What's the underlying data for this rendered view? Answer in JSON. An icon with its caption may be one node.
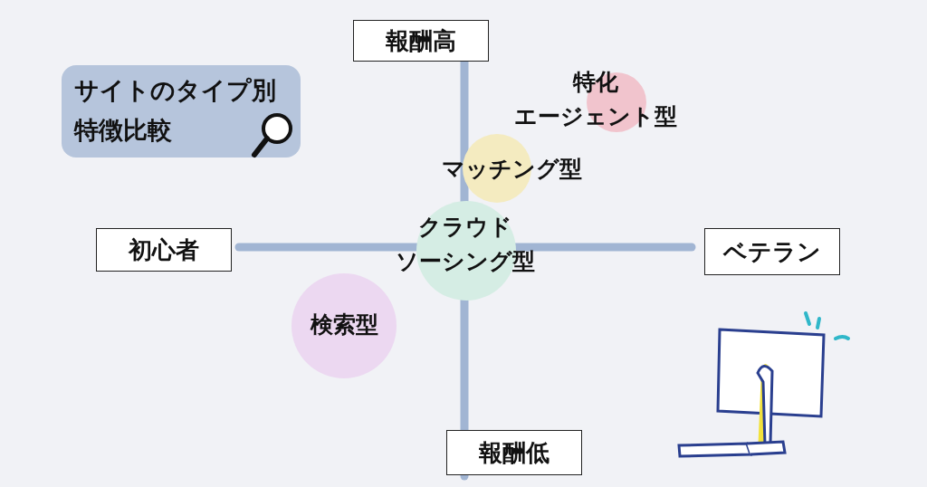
{
  "diagram": {
    "title": "サイトのタイプ別特徴比較",
    "nodes": [
      {
        "text": [
          "報酬高"
        ]
      },
      {
        "text": [
          "特化エージェント型"
        ]
      },
      {
        "text": [
          "マッチング型"
        ]
      },
      {
        "text": [
          "初心者"
        ]
      },
      {
        "text": [
          "クラウドソーシング型"
        ]
      },
      {
        "text": [
          "ベテラン"
        ]
      },
      {
        "text": [
          "検索型"
        ]
      },
      {
        "text": [
          "報酬低"
        ]
      }
    ],
    "edges": []
  }
}
